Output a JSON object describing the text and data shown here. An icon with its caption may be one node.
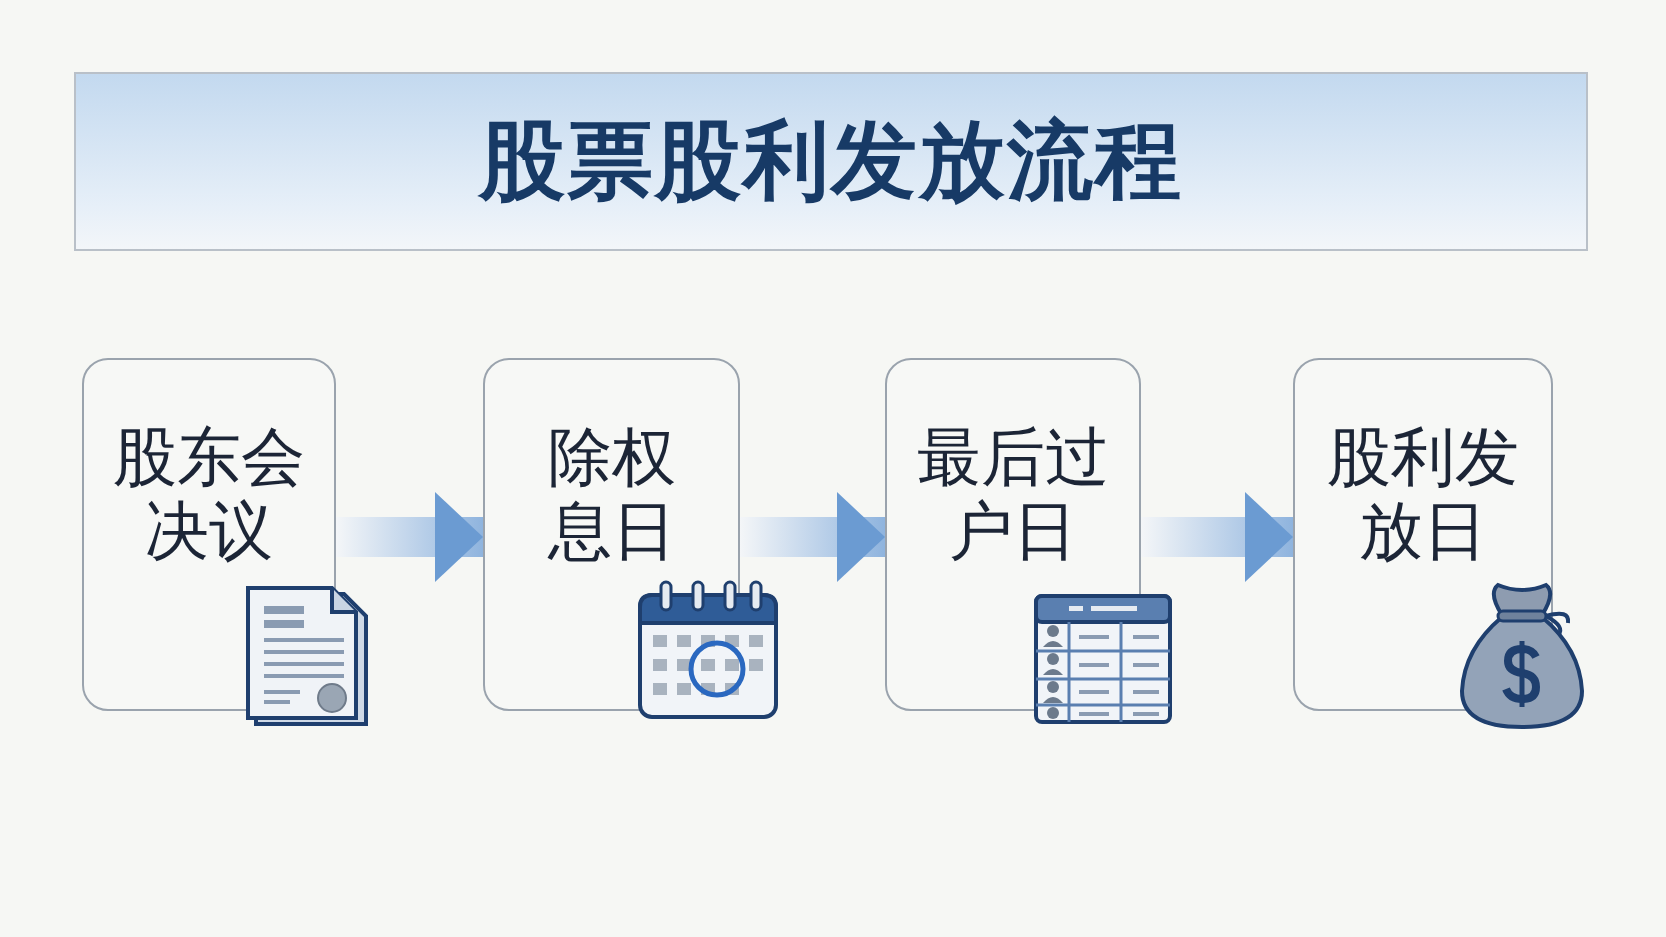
{
  "diagram": {
    "title": "股票股利发放流程",
    "nodes": [
      {
        "text": [
          "股东会决议"
        ]
      },
      {
        "text": [
          "除权息日"
        ]
      },
      {
        "text": [
          "最后过户日"
        ]
      },
      {
        "text": [
          "股利发放日"
        ]
      }
    ],
    "edges": [
      {
        "from": 0,
        "to": 1,
        "arrow": "to"
      },
      {
        "from": 1,
        "to": 2,
        "arrow": "to"
      },
      {
        "from": 2,
        "to": 3,
        "arrow": "to"
      }
    ]
  }
}
